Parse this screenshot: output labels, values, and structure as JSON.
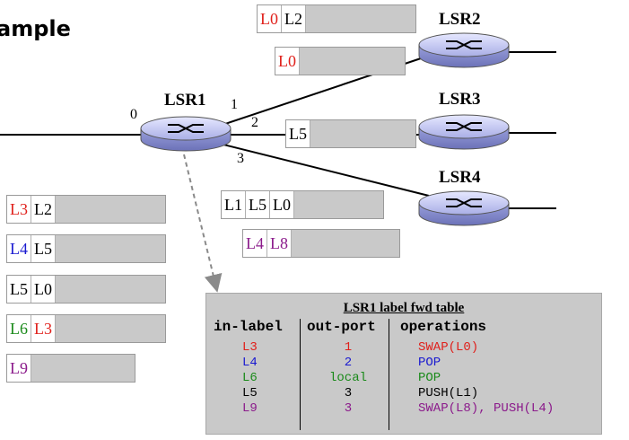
{
  "title": "ample",
  "routers": {
    "lsr1": "LSR1",
    "lsr2": "LSR2",
    "lsr3": "LSR3",
    "lsr4": "LSR4"
  },
  "ports": {
    "p0": "0",
    "p1": "1",
    "p2": "2",
    "p3": "3"
  },
  "packets_top": {
    "a": [
      {
        "text": "L0",
        "color": "#e0201b"
      },
      {
        "text": "L2",
        "color": "#000000"
      }
    ],
    "b": [
      {
        "text": "L0",
        "color": "#e0201b"
      }
    ],
    "c": [
      {
        "text": "L5",
        "color": "#000000"
      }
    ],
    "d": [
      {
        "text": "L1",
        "color": "#000000"
      },
      {
        "text": "L5",
        "color": "#000000"
      },
      {
        "text": "L0",
        "color": "#000000"
      }
    ],
    "e": [
      {
        "text": "L4",
        "color": "#8b1a8b"
      },
      {
        "text": "L8",
        "color": "#8b1a8b"
      }
    ]
  },
  "packets_left": [
    [
      {
        "text": "L3",
        "color": "#e0201b"
      },
      {
        "text": "L2",
        "color": "#000000"
      }
    ],
    [
      {
        "text": "L4",
        "color": "#1a1ad0"
      },
      {
        "text": "L5",
        "color": "#000000"
      }
    ],
    [
      {
        "text": "L5",
        "color": "#000000"
      },
      {
        "text": "L0",
        "color": "#000000"
      }
    ],
    [
      {
        "text": "L6",
        "color": "#1a8a1a"
      },
      {
        "text": "L3",
        "color": "#e0201b"
      }
    ],
    [
      {
        "text": "L9",
        "color": "#8b1a8b"
      }
    ]
  ],
  "table": {
    "title": "LSR1 label fwd table",
    "headers": {
      "in": "in-label",
      "port": "out-port",
      "ops": "operations"
    },
    "rows": [
      {
        "in": "L3",
        "port": "1",
        "ops": "SWAP(L0)",
        "color": "#e0201b"
      },
      {
        "in": "L4",
        "port": "2",
        "ops": "POP",
        "color": "#1a1ad0"
      },
      {
        "in": "L6",
        "port": "local",
        "ops": "POP",
        "color": "#1a8a1a"
      },
      {
        "in": "L5",
        "port": "3",
        "ops": "PUSH(L1)",
        "color": "#000000"
      },
      {
        "in": "L9",
        "port": "3",
        "ops": "SWAP(L8), PUSH(L4)",
        "color": "#8b1a8b"
      }
    ]
  }
}
